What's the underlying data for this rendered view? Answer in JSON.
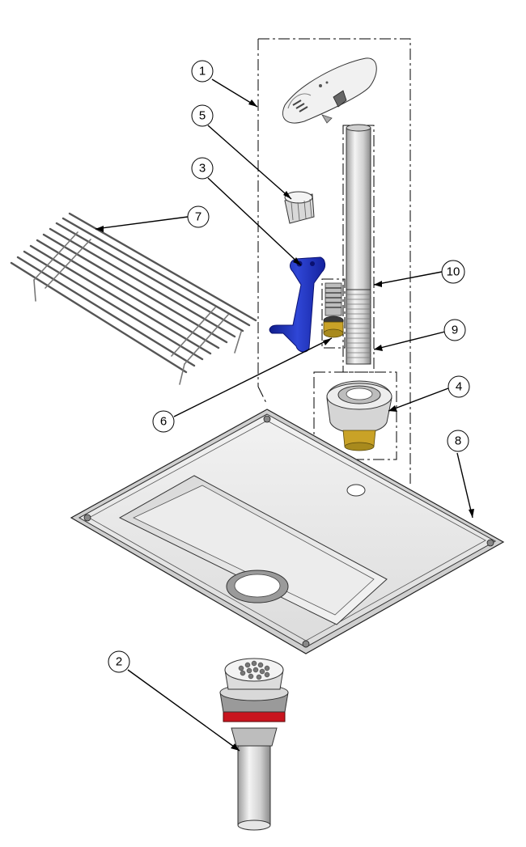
{
  "diagram": {
    "type": "exploded-parts-view",
    "callouts": [
      {
        "id": "1",
        "label": "1"
      },
      {
        "id": "2",
        "label": "2"
      },
      {
        "id": "3",
        "label": "3"
      },
      {
        "id": "4",
        "label": "4"
      },
      {
        "id": "5",
        "label": "5"
      },
      {
        "id": "6",
        "label": "6"
      },
      {
        "id": "7",
        "label": "7"
      },
      {
        "id": "8",
        "label": "8"
      },
      {
        "id": "9",
        "label": "9"
      },
      {
        "id": "10",
        "label": "10"
      }
    ],
    "parts": [
      {
        "callout": "1",
        "icon": "bubbler-head-icon"
      },
      {
        "callout": "2",
        "icon": "drain-assembly-icon"
      },
      {
        "callout": "3",
        "icon": "lever-handle-icon"
      },
      {
        "callout": "4",
        "icon": "flange-fitting-icon"
      },
      {
        "callout": "5",
        "icon": "knob-icon"
      },
      {
        "callout": "6",
        "icon": "valve-cartridge-icon"
      },
      {
        "callout": "7",
        "icon": "wire-grate-icon"
      },
      {
        "callout": "8",
        "icon": "sink-basin-icon"
      },
      {
        "callout": "9",
        "icon": "threaded-nipple-icon"
      },
      {
        "callout": "10",
        "icon": "riser-pipe-icon"
      }
    ],
    "colors": {
      "handle_blue": "#1f2fb5",
      "gasket_red": "#c8141e",
      "brass": "#c9a227",
      "steel_light": "#e9e9e9",
      "steel_mid": "#bdbdbd",
      "line": "#000000"
    }
  }
}
